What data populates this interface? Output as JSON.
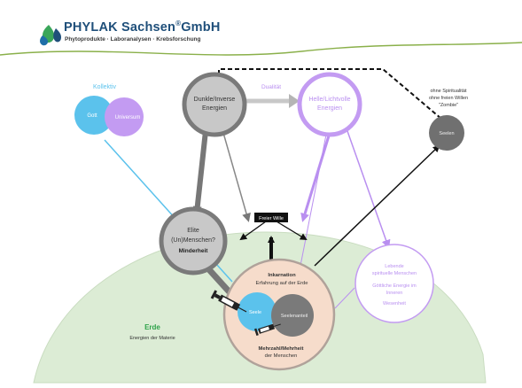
{
  "company": {
    "name": "PHYLAK Sachsen",
    "registered": "®",
    "suffix": "GmbH",
    "tagline": "Phytoprodukte · Laboranalysen · Krebsforschung"
  },
  "colors": {
    "brand_blue": "#1f4f7a",
    "brand_green": "#3aa65a",
    "wave_green": "#8ab04a",
    "earth_green": "#dcecd5",
    "dark_gray": "#7a7a7a",
    "light_gray": "#c8c8c8",
    "purple": "#b98ff0",
    "light_blue": "#5bc2ec",
    "peach": "#f6dccb",
    "ground_label": "#2fa34a"
  },
  "diagram": {
    "left_label": "Kollektiv",
    "left_blue": "Gott",
    "left_purple": "Universum",
    "top_center_label": "Dualität",
    "dark_node": "Dunkle/Inverse Energien",
    "light_node": "Helle/Lichtvolle Energien",
    "right_caption_line1": "ohne Spiritualität",
    "right_caption_line2": "ohne freien Willen",
    "right_caption_line3": "\"Zombie\"",
    "right_node": "Seelen",
    "free_will": "Freier Wille",
    "elite_line1": "Elite",
    "elite_line2": "(Un)Menschen?",
    "elite_line3": "Minderheit",
    "incarnation_line1": "Inkarnation",
    "incarnation_line2": "Erfahrung auf der Erde",
    "soul_blue": "Seele",
    "soul_gray": "Seelenanteil",
    "majority_line1": "Mehrzahl/Mehrheit",
    "majority_line2": "der Menschen",
    "earth_label": "Erde",
    "earth_sub": "Energien der Materie",
    "side_line1": "Lebende",
    "side_line2": "spirituelle Menschen",
    "side_line3": "Göttliche Energie im",
    "side_line4": "Inneren",
    "side_line5": "Wesenheit"
  }
}
